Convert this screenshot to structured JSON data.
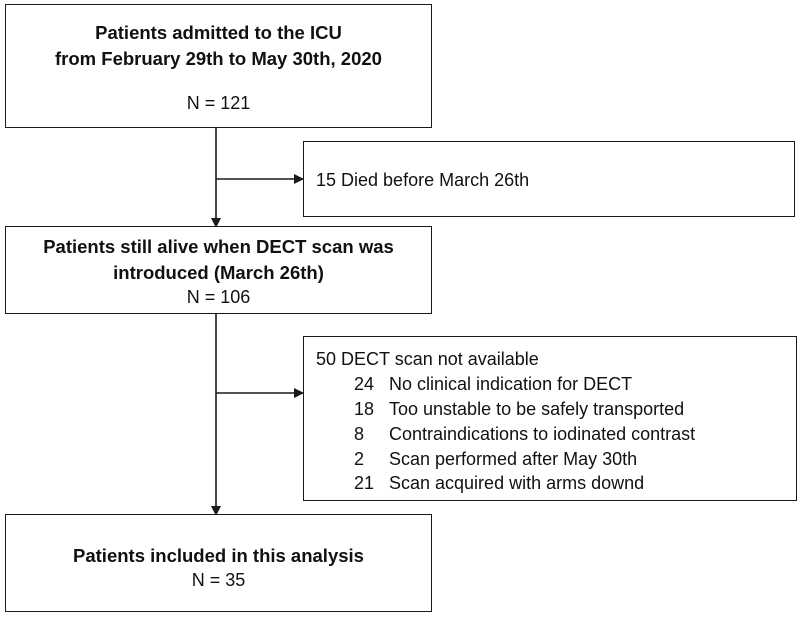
{
  "box_admitted": {
    "title_line1": "Patients admitted to the ICU",
    "title_line2": "from February 29th to May 30th, 2020",
    "n": "N = 121"
  },
  "exclusion_died": {
    "text": "15 Died before March 26th"
  },
  "box_alive": {
    "title_line1": "Patients still alive when DECT scan was",
    "title_line2": "introduced (March 26th)",
    "n": "N = 106"
  },
  "exclusion_dect": {
    "header": "50 DECT scan not available",
    "items": [
      {
        "count": "24",
        "reason": "No clinical indication for DECT"
      },
      {
        "count": "18",
        "reason": "Too unstable to be safely transported"
      },
      {
        "count": "8",
        "reason": "Contraindications to iodinated contrast"
      },
      {
        "count": "2",
        "reason": "Scan performed after May 30th"
      },
      {
        "count": "21",
        "reason": "Scan acquired with arms downd"
      }
    ]
  },
  "box_included": {
    "title": "Patients included in this analysis",
    "n": "N = 35"
  }
}
